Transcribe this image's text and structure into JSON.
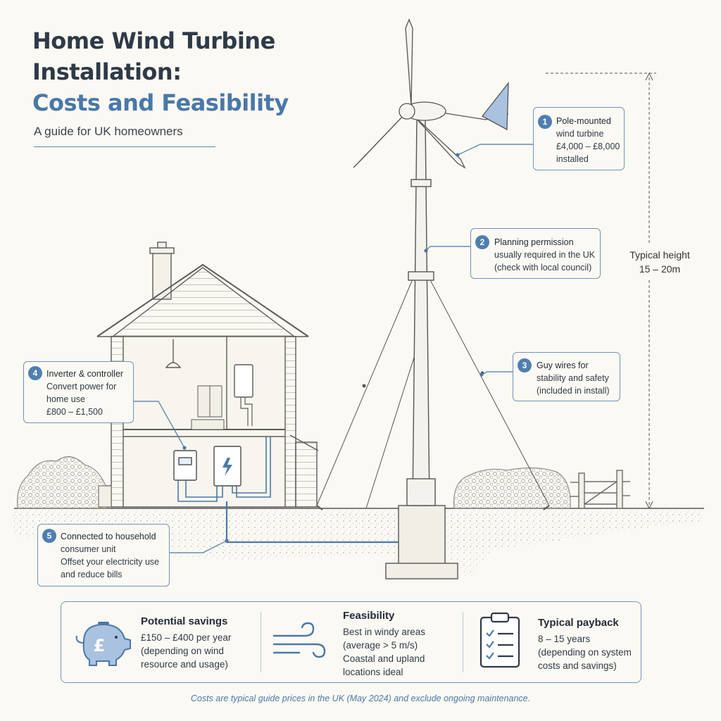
{
  "title": {
    "line1": "Home Wind Turbine",
    "line2": "Installation:",
    "line3": "Costs and Feasibility"
  },
  "subtitle": "A guide for UK homeowners",
  "callouts": [
    {
      "num": "1",
      "lines": [
        "Pole-mounted",
        "wind turbine",
        "£4,000 – £8,000",
        "installed"
      ]
    },
    {
      "num": "2",
      "lines": [
        "Planning permission",
        "usually required in the UK",
        "(check with local council)"
      ]
    },
    {
      "num": "3",
      "lines": [
        "Guy wires for",
        "stability and safety",
        "(included in install)"
      ]
    },
    {
      "num": "4",
      "lines": [
        "Inverter & controller",
        "Convert power for",
        "home use",
        "£800 – £1,500"
      ]
    },
    {
      "num": "5",
      "lines": [
        "Connected to household",
        "consumer unit",
        "Offset your electricity use",
        "and reduce bills"
      ]
    }
  ],
  "height": {
    "label": "Typical height",
    "value": "15 – 20m"
  },
  "summary": {
    "savings": {
      "heading": "Potential savings",
      "lines": [
        "£150 – £400 per year",
        "(depending on wind",
        "resource and usage)"
      ],
      "icon": "piggy-bank-icon"
    },
    "feasibility": {
      "heading": "Feasibility",
      "lines": [
        "Best in windy areas",
        "(average > 5 m/s)",
        "Coastal and upland",
        "locations ideal"
      ],
      "icon": "wind-icon"
    },
    "payback": {
      "heading": "Typical payback",
      "lines": [
        "8 – 15 years",
        "(depending on system",
        "costs and savings)"
      ],
      "icon": "clipboard-checklist-icon"
    },
    "pound_symbol": "£"
  },
  "footnote": "Costs are typical guide prices in the UK (May 2024) and exclude ongoing maintenance.",
  "colors": {
    "accent": "#4a78a8",
    "border": "#6e95be",
    "ink": "#2f3a48",
    "background": "#fbf9f3"
  }
}
